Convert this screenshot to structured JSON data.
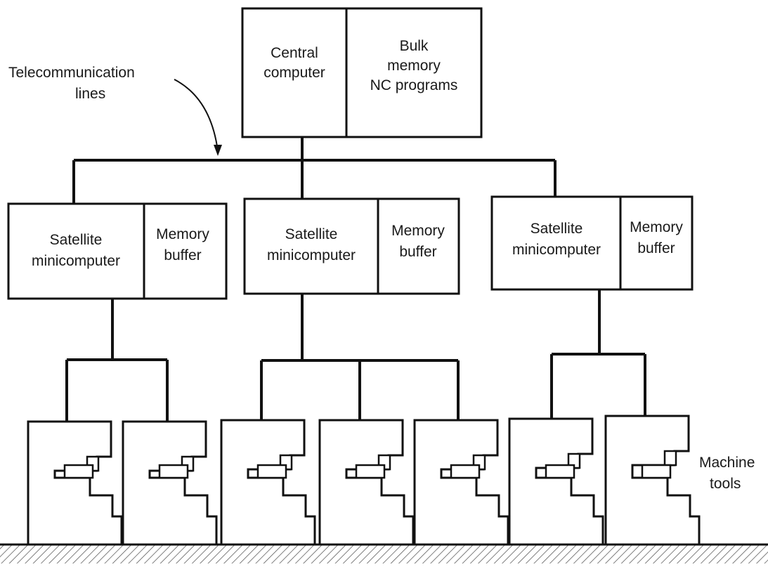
{
  "central": {
    "left_lines": [
      "Central",
      "computer"
    ],
    "right_lines": [
      "Bulk",
      "memory",
      "NC programs"
    ]
  },
  "telecom_label": [
    "Telecommunication",
    "lines"
  ],
  "satellites": [
    {
      "left_lines": [
        "Satellite",
        "minicomputer"
      ],
      "right_lines": [
        "Memory",
        "buffer"
      ],
      "machine_count": 2
    },
    {
      "left_lines": [
        "Satellite",
        "minicomputer"
      ],
      "right_lines": [
        "Memory",
        "buffer"
      ],
      "machine_count": 3
    },
    {
      "left_lines": [
        "Satellite",
        "minicomputer"
      ],
      "right_lines": [
        "Memory",
        "buffer"
      ],
      "machine_count": 2
    }
  ],
  "machine_tools_label": [
    "Machine",
    "tools"
  ],
  "colors": {
    "ink": "#111111",
    "background": "#ffffff",
    "ground_hatch": "#555555"
  }
}
